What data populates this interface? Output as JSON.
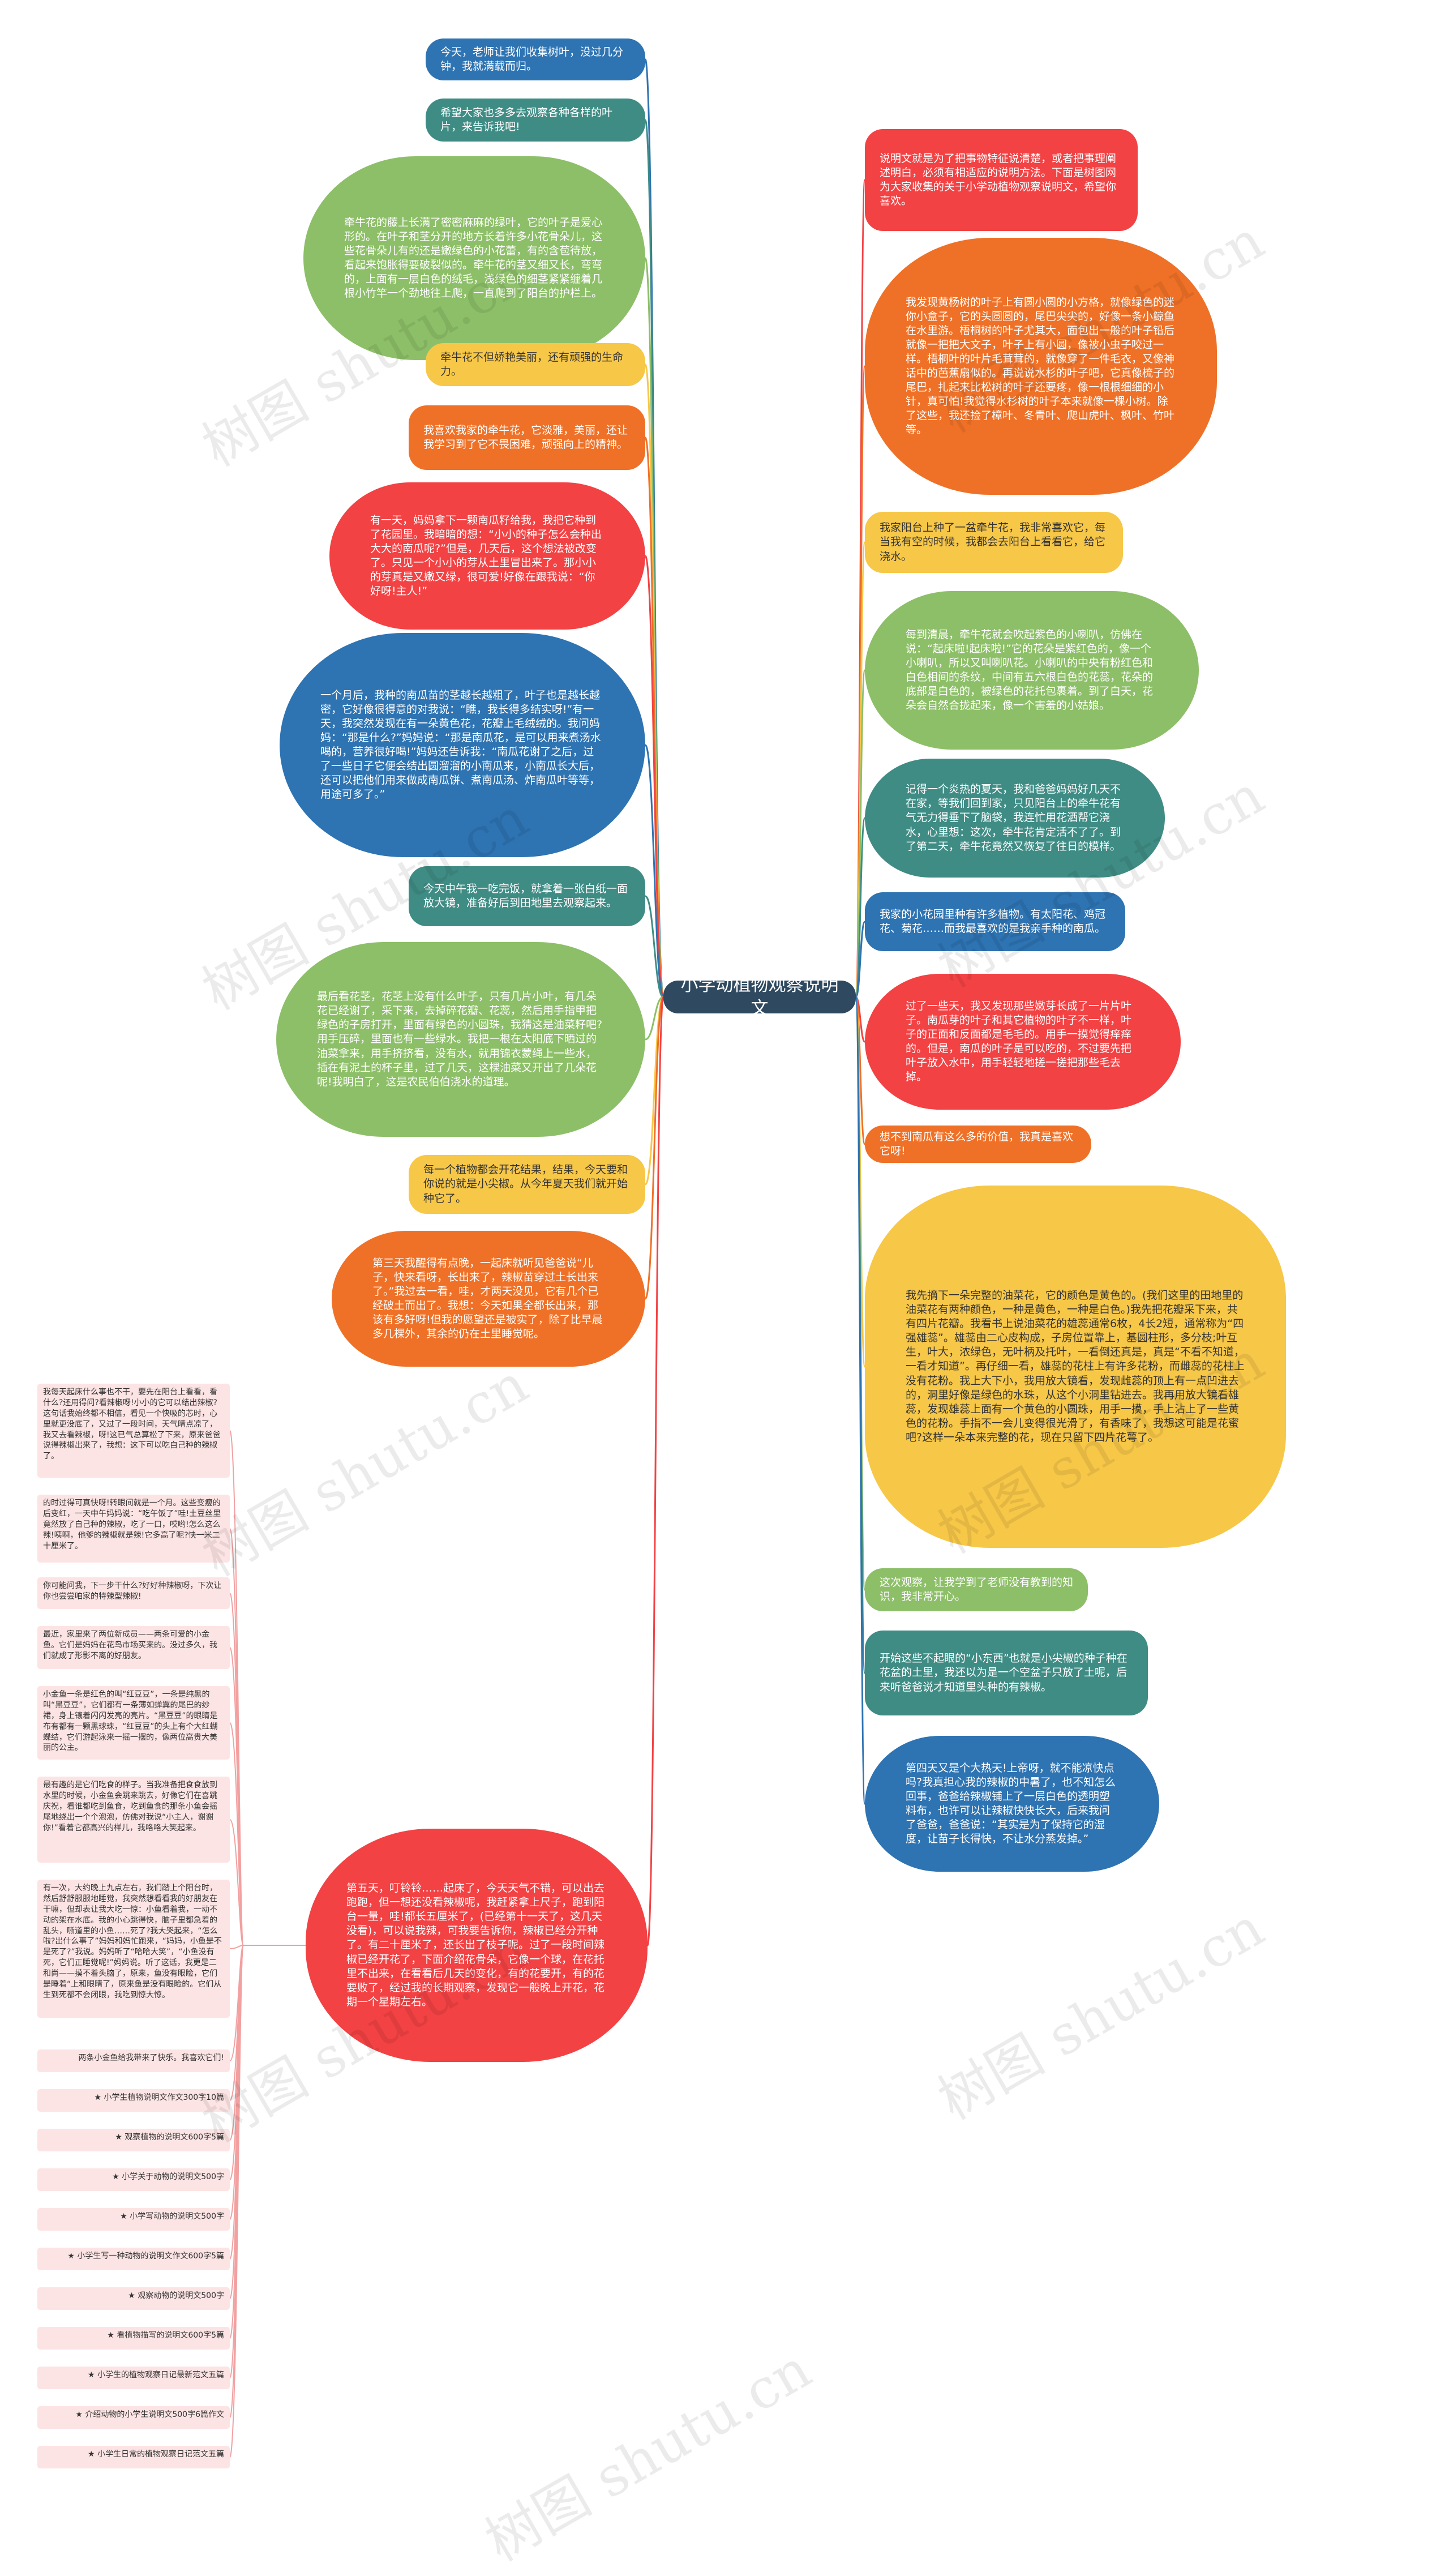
{
  "central_topic": "小学动植物观察说明文",
  "watermark": "树图 shutu.cn",
  "colors": {
    "blue": "#2e73b2",
    "teal": "#3f8c85",
    "green": "#8dbf68",
    "yellow": "#f7c748",
    "orange": "#ef7127",
    "red": "#f24244",
    "center": "#2f4a60",
    "leaf_bg": "#fde4e4",
    "leaf_line": "#f2a0a0"
  },
  "left_nodes": [
    {
      "text": "今天，老师让我们收集树叶，没过几分钟，我就满载而归。",
      "color": "blue"
    },
    {
      "text": "希望大家也多多去观察各种各样的叶片，来告诉我吧!",
      "color": "teal"
    },
    {
      "text": "牵牛花的藤上长满了密密麻麻的绿叶，它的叶子是爱心形的。在叶子和茎分开的地方长着许多小花骨朵儿，这些花骨朵儿有的还是嫩绿色的小花蕾，有的含苞待放，看起来饱胀得要破裂似的。牵牛花的茎又细又长，弯弯的，上面有一层白色的绒毛，浅绿色的细茎紧紧缠着几根小竹竿一个劲地往上爬，一直爬到了阳台的护栏上。",
      "color": "green"
    },
    {
      "text": "牵牛花不但娇艳美丽，还有顽强的生命力。",
      "color": "yellow"
    },
    {
      "text": "我喜欢我家的牵牛花，它淡雅，美丽，还让我学习到了它不畏困难，顽强向上的精神。",
      "color": "orange"
    },
    {
      "text": "有一天，妈妈拿下一颗南瓜籽给我，我把它种到了花园里。我暗暗的想：“小小的种子怎么会种出大大的南瓜呢?”但是，几天后，这个想法被改变了。只见一个小小的芽从土里冒出来了。那小小的芽真是又嫩又绿，很可爱!好像在跟我说：“你好呀!主人!”",
      "color": "red"
    },
    {
      "text": "一个月后，我种的南瓜苗的茎越长越粗了，叶子也是越长越密，它好像很得意的对我说：“瞧，我长得多结实呀!”有一天，我突然发现在有一朵黄色花，花瓣上毛绒绒的。我问妈妈：“那是什么?”妈妈说：“那是南瓜花，是可以用来煮汤水喝的，营养很好喝!”妈妈还告诉我：“南瓜花谢了之后，过了一些日子它便会结出圆溜溜的小南瓜来，小南瓜长大后，还可以把他们用来做成南瓜饼、煮南瓜汤、炸南瓜叶等等，用途可多了。”",
      "color": "blue"
    },
    {
      "text": "今天中午我一吃完饭，就拿着一张白纸一面放大镜，准备好后到田地里去观察起来。",
      "color": "teal"
    },
    {
      "text": "最后看花茎，花茎上没有什么叶子，只有几片小叶，有几朵花已经谢了，采下来，去掉碎花瓣、花蕊，然后用手指甲把绿色的子房打开，里面有绿色的小圆珠，我猜这是油菜籽吧?用手压碎，里面也有一些绿水。我把一根在太阳底下晒过的油菜拿来，用手挤挤看，没有水，就用锦衣蒙绳上一些水，插在有泥土的杯子里，过了几天，这棵油菜又开出了几朵花呢!我明白了，这是农民伯伯浇水的道理。",
      "color": "green"
    },
    {
      "text": "每一个植物都会开花结果，结果，今天要和你说的就是小尖椒。从今年夏天我们就开始种它了。",
      "color": "yellow"
    },
    {
      "text": "第三天我醒得有点晚，一起床就听见爸爸说“儿子，快来看呀，长出来了，辣椒苗穿过土长出来了。”我过去一看，哇，才两天没见，它有几个已经破土而出了。我想：今天如果全都长出来，那该有多好呀!但我的愿望还是被实了，除了比早晨多几棵外，其余的仍在土里睡觉呢。",
      "color": "orange"
    },
    {
      "text": "第五天，叮铃铃……起床了，今天天气不错，可以出去跑跑，但一想还没看辣椒呢，我赶紧拿上尺子，跑到阳台一量，哇!都长五厘米了，(已经第十一天了，这几天没看)，可以说我辣，可我要告诉你，辣椒已经分开种了。有二十厘米了，还长出了枝子呢。过了一段时间辣椒已经开花了，下面介绍花骨朵，它像一个球，在花托里不出来，在看看后几天的变化，有的花要开，有的花要败了，经过我的长期观察，发现它一般晚上开花，花期一个星期左右。",
      "color": "red"
    }
  ],
  "right_nodes": [
    {
      "text": "说明文就是为了把事物特征说清楚，或者把事理阐述明白，必须有相适应的说明方法。下面是树图网为大家收集的关于小学动植物观察说明文，希望你喜欢。",
      "color": "red"
    },
    {
      "text": "我发现黄杨树的叶子上有圆小圆的小方格，就像绿色的迷你小盒子，它的头圆圆的，尾巴尖尖的，好像一条小鲸鱼在水里游。梧桐树的叶子尤其大，面包出一般的叶子铅后就像一把把大文子，叶子上有小圆，像被小虫子咬过一样。梧桐叶的叶片毛茸茸的，就像穿了一件毛衣，又像神话中的芭蕉扇似的。再说说水杉的叶子吧，它真像梳子的尾巴，扎起来比松树的叶子还要疼，像一根根细细的小针，真可怕!我觉得水杉树的叶子本来就像一棵小树。除了这些，我还捡了樟叶、冬青叶、爬山虎叶、枫叶、竹叶等。",
      "color": "orange"
    },
    {
      "text": "我家阳台上种了一盆牵牛花，我非常喜欢它，每当我有空的时候，我都会去阳台上看看它，给它浇水。",
      "color": "yellow"
    },
    {
      "text": "每到清晨，牵牛花就会吹起紫色的小喇叭，仿佛在说：“起床啦!起床啦!”它的花朵是紫红色的，像一个小喇叭，所以又叫喇叭花。小喇叭的中央有粉红色和白色相间的条纹，中间有五六根白色的花蕊，花朵的底部是白色的，被绿色的花托包裹着。到了白天，花朵会自然合拢起来，像一个害羞的小姑娘。",
      "color": "green"
    },
    {
      "text": "记得一个炎热的夏天，我和爸爸妈妈好几天不在家，等我们回到家，只见阳台上的牵牛花有气无力得垂下了脑袋，我连忙用花洒帮它浇水，心里想：这次，牵牛花肯定活不了了。到了第二天，牵牛花竟然又恢复了往日的模样。",
      "color": "teal"
    },
    {
      "text": "我家的小花园里种有许多植物。有太阳花、鸡冠花、菊花……而我最喜欢的是我亲手种的南瓜。",
      "color": "blue"
    },
    {
      "text": "过了一些天，我又发现那些嫩芽长成了一片片叶子。南瓜芽的叶子和其它植物的叶子不一样，叶子的正面和反面都是毛毛的。用手一摸觉得痒痒的。但是，南瓜的叶子是可以吃的，不过要先把叶子放入水中，用手轻轻地搓一搓把那些毛去掉。",
      "color": "red"
    },
    {
      "text": "想不到南瓜有这么多的价值，我真是喜欢它呀!",
      "color": "orange"
    },
    {
      "text": "我先摘下一朵完整的油菜花，它的颜色是黄色的。(我们这里的田地里的油菜花有两种颜色，一种是黄色，一种是白色。)我先把花瓣采下来，共有四片花瓣。我看书上说油菜花的雄蕊通常6枚，4长2短，通常称为“四强雄蕊”。雄蕊由二心皮构成，子房位置靠上，基圆柱形，多分枝;叶互生，叶大，浓绿色，无叶柄及托叶，一看倒还真是，真是“不看不知道，一看才知道”。再仔细一看，雄蕊的花柱上有许多花粉，而雌蕊的花柱上没有花粉。我上大下小，我用放大镜看，发现雌蕊的顶上有一点凹进去的，洞里好像是绿色的水珠，从这个小洞里钻进去。我再用放大镜看雄蕊，发现雄蕊上面有一个黄色的小圆珠，用手一摸，手上沾上了一些黄色的花粉。手指不一会儿变得很光滑了，有香味了，我想这可能是花蜜吧?这样一朵本来完整的花，现在只留下四片花萼了。",
      "color": "yellow"
    },
    {
      "text": "这次观察，让我学到了老师没有教到的知识，我非常开心。",
      "color": "green"
    },
    {
      "text": "开始这些不起眼的“小东西”也就是小尖椒的种子种在花盆的土里，我还以为是一个空盆子只放了土呢，后来听爸爸说才知道里头种的有辣椒。",
      "color": "teal"
    },
    {
      "text": "第四天又是个大热天!上帝呀，就不能凉快点吗?我真担心我的辣椒的中暑了，也不知怎么回事，爸爸给辣椒铺上了一层白色的透明塑料布，也许可以让辣椒快快长大，后来我问了爸爸，爸爸说：“其实是为了保持它的湿度，让苗子长得快，不让水分蒸发掉。”",
      "color": "blue"
    }
  ],
  "leaves": [
    "我每天起床什么事也不干，要先在阳台上看看，看什么?还用得问?看辣椒呀!小小的它可以结出辣椒?这句话我始终都不相信，看见一个快吸的芯时，心里就更没底了，又过了一段时间，天气晴点凉了，我又去看辣椒，呀!这已气总算松了下来，原来爸爸说得辣椒出来了，我想：这下可以吃自己种的辣椒了。",
    "的时过得可真快呀!转眼间就是一个月。这些变瘦的后变红，一天中午妈妈说：“吃午饭了”哇!土豆丝里竟然放了自己种的辣椒，吃了一口，哎哟!怎么这么辣!咦啊，他爹的辣椒就是辣!它多高了呢?快一米二十厘米了。",
    "你可能问我，下一步干什么?好好种辣椒呀，下次让你也尝尝咱家的特辣型辣椒!",
    "最近，家里来了两位新成员——两条可爱的小金鱼。它们是妈妈在花鸟市场买来的。没过多久，我们就成了形影不离的好朋友。",
    "小金鱼一条是红色的叫“红豆豆”，一条是纯黑的叫“黑豆豆”，它们都有一条薄如蝉翼的尾巴的纱裙，身上镶着闪闪发亮的亮片。“黑豆豆”的眼睛是布有都有一颗黑球珠，“红豆豆”的头上有个大红蝴蝶结，它们游起泳来一摇一摆的，像两位高贵大美丽的公主。",
    "最有趣的是它们吃食的样子。当我准备把食食放到水里的时候，小金鱼会跳来跳去，好像它们在喜跳庆祝，看谁都吃到鱼食，吃到鱼食的那条小鱼会摇尾地绕出一个个泡泡，仿佛对我说“小主人，谢谢你!”看着它都高兴的样儿，我咯咯大笑起来。",
    "有一次，大约晚上九点左右，我们踏上个阳台时，然后舒舒服服地睡觉，我突然想看看我的好朋友在干嘛，但却表让我大吃一惊：小鱼看着我，一动不动的架在水底。我的小心跳得快，脑子里都急着的乱头，嘶道里的小鱼……死了?我大哭起来，“怎么啦?出什么事了”妈妈和妈忙跑来，“妈妈，小鱼是不是死了?”我说。妈妈听了“哈哈大笑”，“小鱼没有死，它们正睡觉呢!”妈妈说。听了这话，我更是二和尚——摸不着头脑了，原来，鱼没有眼睑，它们是睡着“上和眼睛了，原来鱼是没有眼睑的。它们从生到死都不会闭眼，我吃到惊大惊。",
    "两条小金鱼给我带来了快乐。我喜欢它们!",
    "★ 小学生植物说明文作文300字10篇",
    "★ 观察植物的说明文600字5篇",
    "★ 小学关于动物的说明文500字",
    "★ 小学写动物的说明文500字",
    "★ 小学生写一种动物的说明文作文600字5篇",
    "★ 观察动物的说明文500字",
    "★ 看植物描写的说明文600字5篇",
    "★ 小学生的植物观察日记最新范文五篇",
    "★ 介绍动物的小学生说明文500字6篇作文",
    "★ 小学生日常的植物观察日记范文五篇"
  ]
}
